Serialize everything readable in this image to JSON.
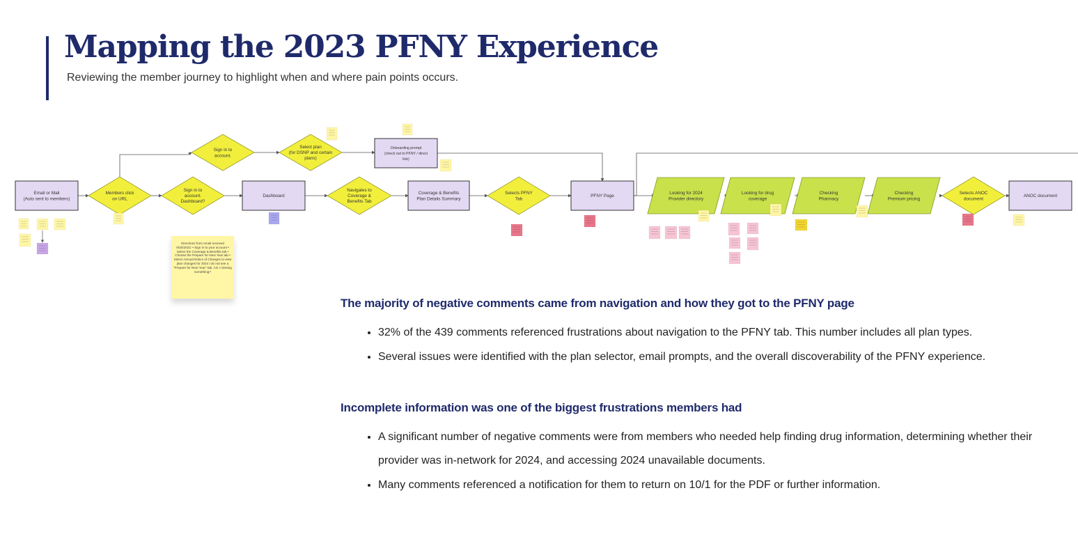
{
  "header": {
    "title": "Mapping the 2023 PFNY Experience",
    "subtitle": "Reviewing the member journey to highlight when and where pain points occurs."
  },
  "flow": {
    "main_steps": [
      {
        "shape": "rect",
        "label": [
          "Email or Mail",
          "(Auto sent to members)"
        ]
      },
      {
        "shape": "diamond",
        "label": [
          "Members click",
          "on URL"
        ]
      },
      {
        "shape": "diamond",
        "label": [
          "Sign in to",
          "account.",
          "Dashboard?"
        ]
      },
      {
        "shape": "rect",
        "label": [
          "Dashboard"
        ]
      },
      {
        "shape": "diamond",
        "label": [
          "Navigates to",
          "Coverage &",
          "Benefits Tab"
        ]
      },
      {
        "shape": "rect",
        "label": [
          "Coverage & Benefits",
          "Plan Details Summary"
        ]
      },
      {
        "shape": "diamond",
        "label": [
          "Selects PFNY",
          "Tab"
        ]
      },
      {
        "shape": "rect",
        "label": [
          "PFNY Page"
        ]
      },
      {
        "shape": "parallelogram",
        "label": [
          "Looking for 2024",
          "Provider directory"
        ]
      },
      {
        "shape": "parallelogram",
        "label": [
          "Looking for drug",
          "coverage"
        ]
      },
      {
        "shape": "parallelogram",
        "label": [
          "Checking",
          "Pharmacy"
        ]
      },
      {
        "shape": "parallelogram",
        "label": [
          "Checking",
          "Premium pricing"
        ]
      },
      {
        "shape": "diamond",
        "label": [
          "Selects ANOC",
          "document"
        ]
      },
      {
        "shape": "rect",
        "label": [
          "ANOC document"
        ]
      }
    ],
    "branch_steps": [
      {
        "shape": "diamond",
        "label": [
          "Sign in to",
          "account."
        ]
      },
      {
        "shape": "diamond",
        "label": [
          "Select plan",
          "(for DSNP and certain",
          "plans)"
        ]
      },
      {
        "shape": "rect",
        "label": [
          "Onboarding prompt",
          "(check out to PFNY / direct",
          "link)"
        ]
      }
    ],
    "colors": {
      "step_purple": "#e4d9f3",
      "decision_yellow": "#f2ef3c",
      "activity_green": "#c9e14a",
      "note_yellow": "#fff6a6",
      "note_pink": "#f7c4d4",
      "note_red": "#e8768a",
      "note_purple": "#c9a6e6",
      "note_blue": "#a9a7f0",
      "note_gold": "#f3d532",
      "line": "#555555"
    },
    "note_text": "Directions from email received 9/20/2023: • Sign in to your account • Select the Coverage & Benefits tab • Choose the Prepare for Next Year tab • Select Annual Notice of Changes to view plan changes for 2024 I do not see a \"Prepare for Next Year\" tab. Am I missing something?"
  },
  "findings": [
    {
      "heading": "The majority of negative comments came from navigation and how they got to the PFNY page",
      "bullets": [
        "32% of the 439 comments referenced frustrations about navigation to the PFNY tab. This number includes all plan types.",
        "Several issues were identified with the plan selector, email prompts, and the overall discoverability of the PFNY experience."
      ]
    },
    {
      "heading": "Incomplete information was one of the biggest frustrations members had",
      "bullets": [
        "A significant number of negative comments were from members who needed help finding drug information, determining whether their provider was in-network for 2024, and accessing 2024 unavailable documents.",
        "Many comments referenced a notification for them to return on 10/1 for the PDF or further information."
      ]
    }
  ]
}
